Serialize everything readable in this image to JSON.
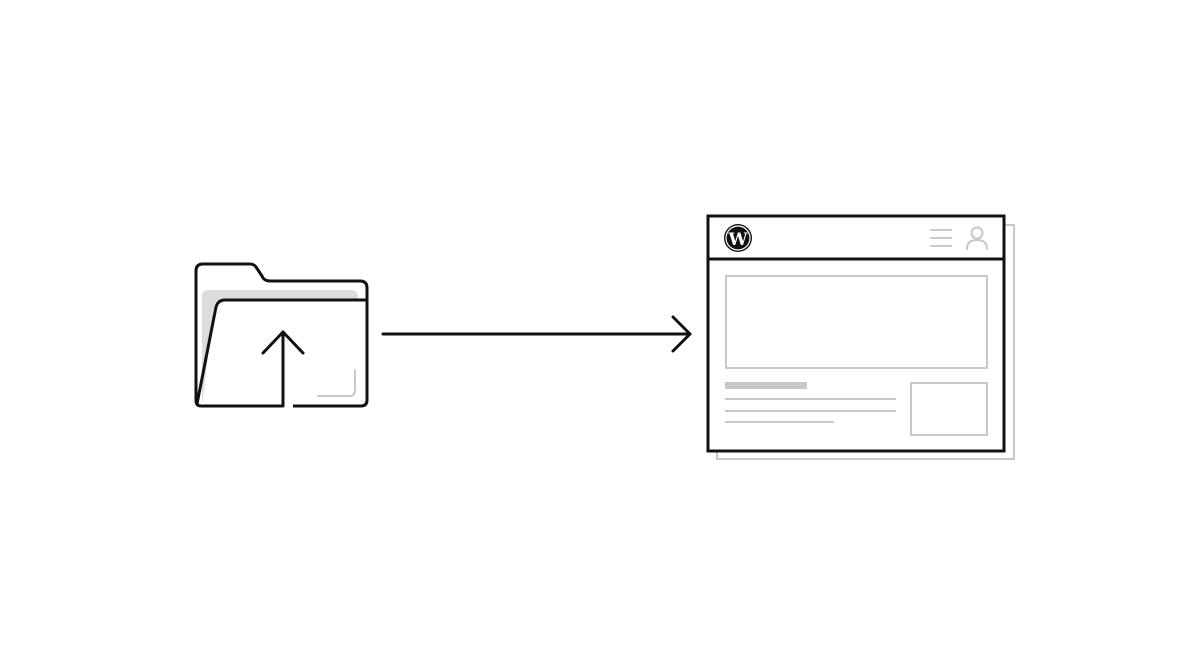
{
  "diagram": {
    "description": "Upload folder to WordPress site",
    "source": {
      "label": "Folder upload",
      "icon": "folder-upload-icon"
    },
    "connector": {
      "label": "transfer",
      "icon": "arrow-right-icon"
    },
    "target": {
      "label": "WordPress site",
      "logo": "wordpress-logo-icon",
      "header_icons": [
        "menu-icon",
        "user-icon"
      ],
      "content_blocks": [
        "hero-placeholder",
        "title-bar",
        "text-line",
        "text-line",
        "text-line-short",
        "image-placeholder"
      ]
    },
    "colors": {
      "stroke": "#111111",
      "muted": "#c8c8c8",
      "fill_muted": "#dcdcdc",
      "background": "#ffffff"
    }
  }
}
